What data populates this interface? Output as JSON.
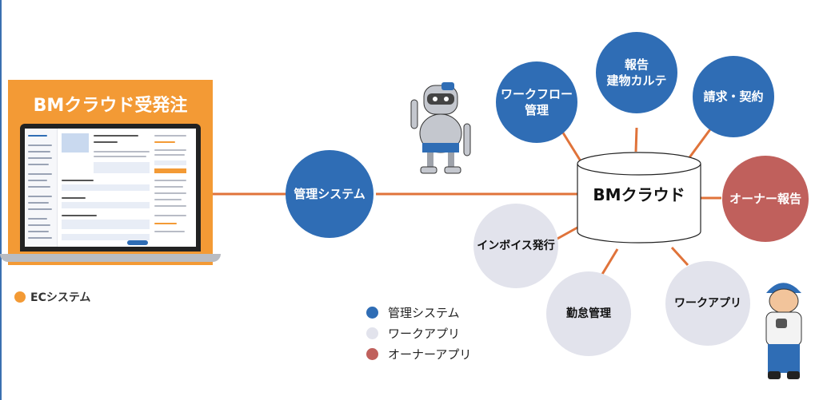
{
  "ec_panel": {
    "title": "BMクラウド受発注",
    "legend_label": "ECシステム"
  },
  "hub": {
    "label": "BMクラウド"
  },
  "nodes": {
    "kanri": "管理システム",
    "workflow": "ワークフロー\n管理",
    "karte": "報告\n建物カルテ",
    "seikyu": "請求・契約",
    "owner": "オーナー報告",
    "invoice": "インボイス発行",
    "kintai": "勤怠管理",
    "workapp": "ワークアプリ"
  },
  "legend": [
    {
      "label": "管理システム",
      "color": "#2f6db5"
    },
    {
      "label": "ワークアプリ",
      "color": "#e2e3ec"
    },
    {
      "label": "オーナーアプリ",
      "color": "#c0605c"
    }
  ],
  "colors": {
    "ec": "#f39a35",
    "connector": "#e0733a",
    "kanri": "#2f6db5",
    "work": "#e2e3ec",
    "owner": "#c0605c"
  }
}
